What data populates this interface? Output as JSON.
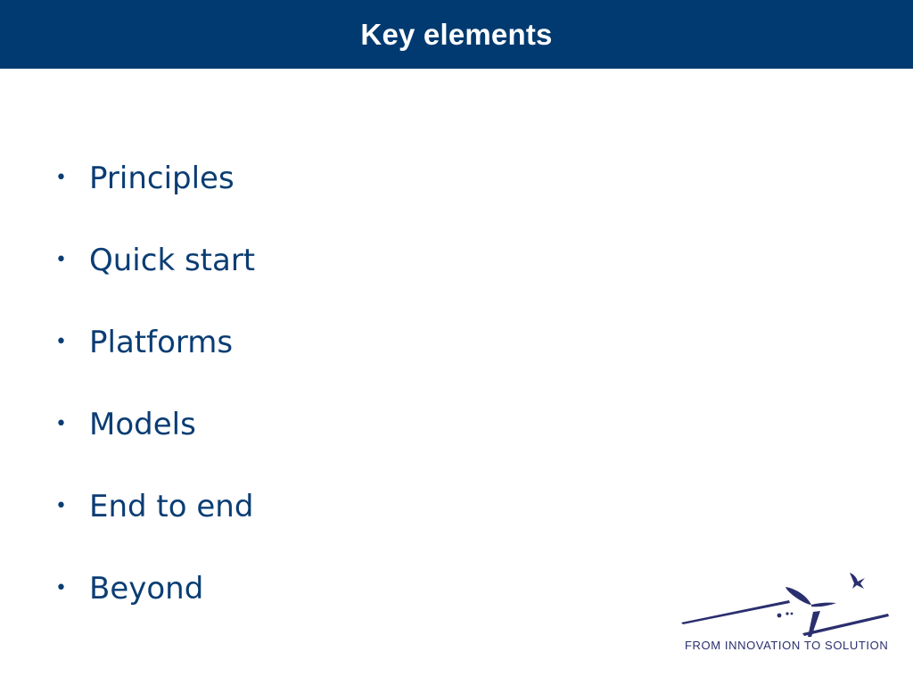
{
  "slide": {
    "title": "Key elements",
    "bullets": [
      "Principles",
      "Quick start",
      "Platforms",
      "Models",
      "End to end",
      "Beyond"
    ],
    "bullet_glyph": "•",
    "tagline": "FROM  INNOVATION  TO  SOLUTION"
  },
  "colors": {
    "title_bar": "#003a70",
    "title_text": "#ffffff",
    "bullet_text": "#0b3d73",
    "logo": "#2a2f6e"
  },
  "icons": {
    "logo": "bird-logo-icon"
  }
}
